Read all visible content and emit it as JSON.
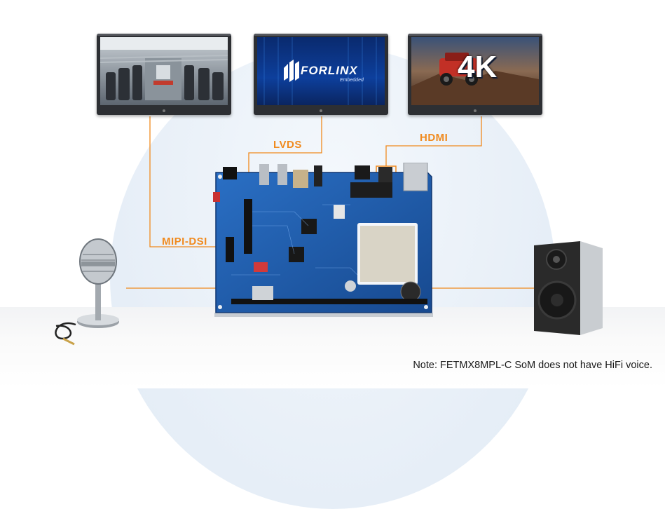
{
  "displays": [
    {
      "name": "factory-display",
      "icon": "production-line-image"
    },
    {
      "name": "logo-display",
      "logo_text": "FORLINX",
      "logo_sub": "Embedded"
    },
    {
      "name": "4k-display",
      "overlay_text": "4K",
      "icon": "offroad-truck-image"
    }
  ],
  "interfaces": {
    "mipi": "MIPI-DSI",
    "lvds": "LVDS",
    "hdmi": "HDMI"
  },
  "note": "Note: FETMX8MPL-C SoM does not have HiFi voice.",
  "colors": {
    "accent": "#f08a1e",
    "board": "#1e5aa8",
    "background_glow": "#e6eef7"
  }
}
